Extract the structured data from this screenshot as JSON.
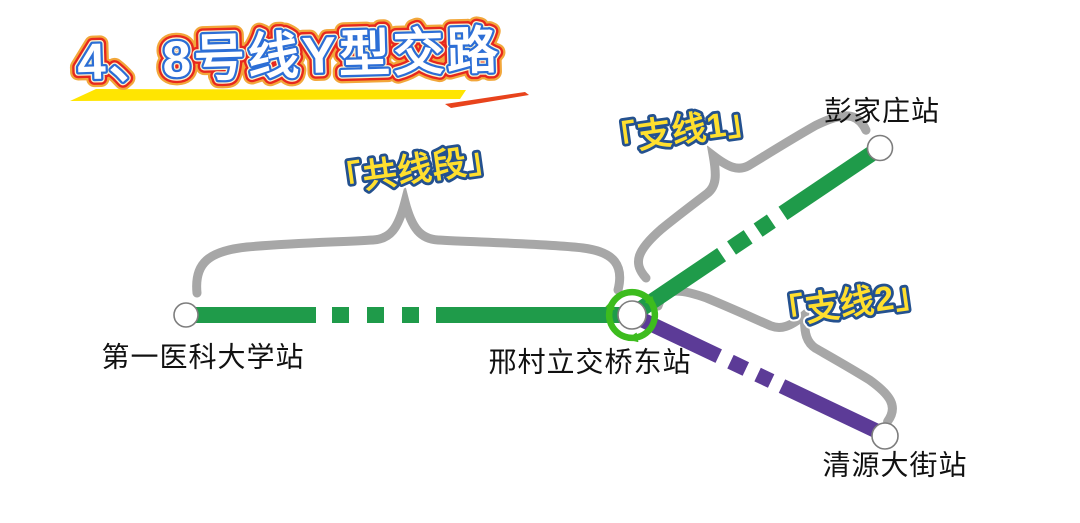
{
  "title": {
    "text": "4、8号线Y型交路"
  },
  "section_labels": {
    "shared": "「共线段」",
    "branch1": "「支线1」",
    "branch2": "「支线2」"
  },
  "stations": {
    "left_terminal": "第一医科大学站",
    "junction": "邢村立交桥东站",
    "branch1_terminal": "彭家庄站",
    "branch2_terminal": "清源大街站"
  },
  "icons": {
    "junction_icon": "cycle-rotate-arrows",
    "section_marker": "curly-brace"
  },
  "colors": {
    "background": "#ffffff",
    "line_green": "#1f9b4a",
    "line_purple": "#5c3b97",
    "brace_gray": "#a7a7a7",
    "arrow_green": "#3dbc1e",
    "station_circle_fill": "#ffffff",
    "station_circle_stroke": "#7d7d7d",
    "station_text": "#111111",
    "label_fill": "#ffdf2e",
    "label_outline": "#24518f",
    "label_edge": "#ffffff",
    "title_fill": "#ffffff",
    "title_outline_blue": "#2c6ed6",
    "title_outline_cream": "#fdf4cf",
    "title_outline_red": "#e7281d",
    "title_halo": "#f2a73a",
    "underline_yellow": "#ffe501",
    "underline_red": "#e8431c"
  }
}
